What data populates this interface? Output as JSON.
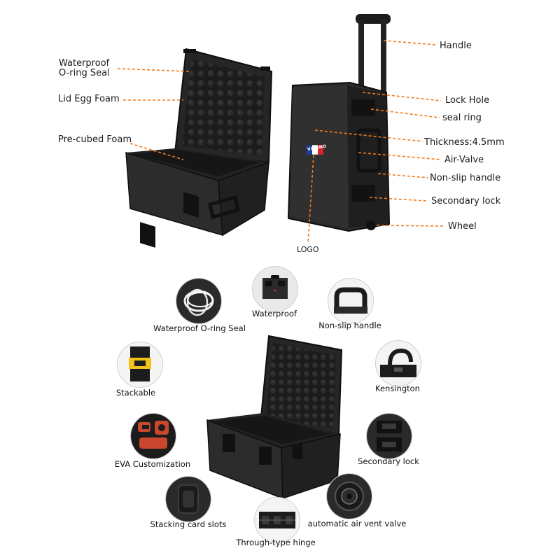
{
  "colors": {
    "leader": "#f07a1e",
    "case_body": "#2a2a2a",
    "case_dark": "#151515",
    "foam": "#1d1d1d",
    "eva_red": "#c9462f",
    "stack_yellow": "#f2c21a"
  },
  "diagram_left": {
    "labels": {
      "waterproof_line1": "Waterproof",
      "waterproof_line2": "O-ring Seal",
      "lid_egg_foam": "Lid Egg Foam",
      "pre_cubed_foam": "Pre-cubed Foam"
    }
  },
  "diagram_right": {
    "labels": {
      "handle": "Handle",
      "lock_hole": "Lock Hole",
      "seal_ring": "seal ring",
      "thickness": "Thickness:4.5mm",
      "air_valve": "Air-Valve",
      "non_slip_handle": "Non-slip handle",
      "secondary_lock": "Secondary lock",
      "wheel": "Wheel",
      "logo": "LOGO"
    },
    "logo_text": "VIRANO"
  },
  "features": [
    {
      "icon": "coiled-seal-icon",
      "label": "Waterproof O-ring Seal"
    },
    {
      "icon": "mini-case-icon",
      "label": "Waterproof"
    },
    {
      "icon": "handle-icon",
      "label": "Non-slip handle"
    },
    {
      "icon": "stacked-latches-icon",
      "label": "Stackable"
    },
    {
      "icon": "kensington-lock-icon",
      "label": "Kensington"
    },
    {
      "icon": "eva-foam-icon",
      "label": "EVA Customization"
    },
    {
      "icon": "double-latch-icon",
      "label": "Secondary lock"
    },
    {
      "icon": "card-slot-icon",
      "label": "Stacking card slots"
    },
    {
      "icon": "hinge-icon",
      "label": "Through-type hinge"
    },
    {
      "icon": "vent-valve-icon",
      "label": "automatic air vent valve"
    }
  ]
}
